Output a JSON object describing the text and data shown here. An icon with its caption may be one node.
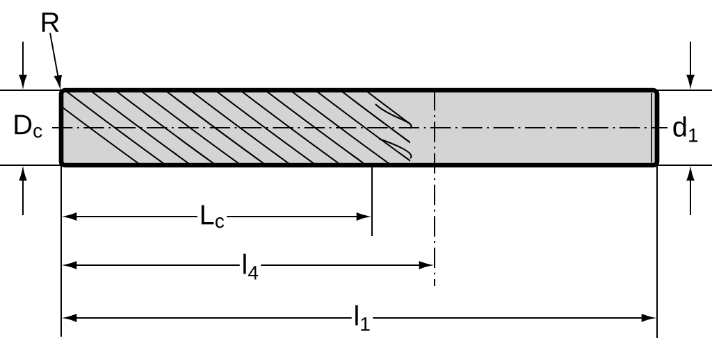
{
  "diagram": {
    "nodes": [
      {
        "text": [
          "R"
        ]
      },
      {
        "text": [],
        "shape": "picture"
      }
    ],
    "edges": [
      {
        "from": 0,
        "to": 1,
        "arrow": "to"
      }
    ],
    "labels": [
      "D$_{c}$",
      "d$_{1}$",
      "L$_{c}$",
      "l$_{4}$",
      "l$_{1}$"
    ]
  }
}
